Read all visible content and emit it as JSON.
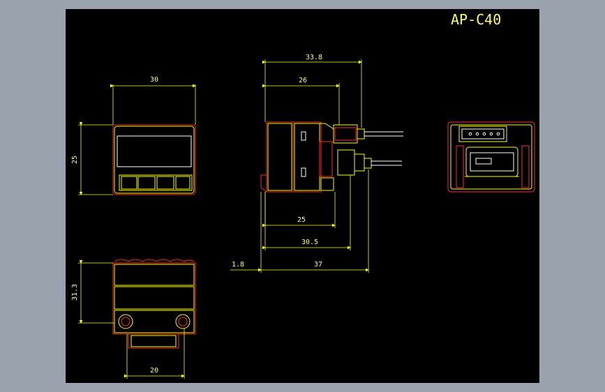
{
  "drawing": {
    "title": "AP-C40",
    "colors": {
      "background": "#000000",
      "outline": "#ff2a2a",
      "body": "#ffff00",
      "lead": "#ffffff",
      "text": "#ffff66"
    },
    "front_view": {
      "width_label": "30",
      "height_label": "25"
    },
    "side_view": {
      "overall_label": "33.8",
      "body_label": "26",
      "lower_label_1": "25",
      "lower_label_2": "30.5",
      "offset_label": "1.8",
      "total_label": "37"
    },
    "bottom_view": {
      "height_label": "31.3",
      "width_label": "20"
    }
  }
}
